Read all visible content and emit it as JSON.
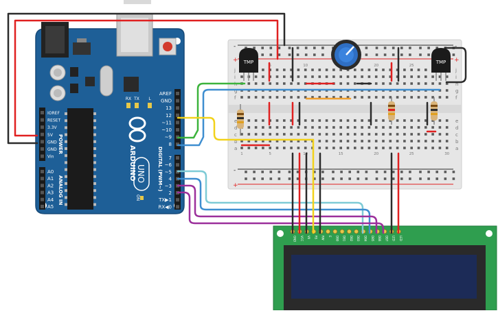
{
  "arduino": {
    "brand": "ARDUINO",
    "model": "UNO",
    "power_header_label": "POWER",
    "analog_header_label": "ANALOG IN",
    "digital_header_label": "DIGITAL (PWM~)",
    "on_label": "ON",
    "led_l_label": "L",
    "led_tx_label": "TX",
    "led_rx_label": "RX",
    "power_pins": [
      "IOREF",
      "RESET",
      "3.3V",
      "5V",
      "GND",
      "GND",
      "Vin"
    ],
    "analog_pins": [
      "A0",
      "A1",
      "A2",
      "A3",
      "A4",
      "A5"
    ],
    "digital_pins_top": [
      "AREF",
      "GND",
      "13",
      "12",
      "~11",
      "~10",
      "~9",
      "8"
    ],
    "digital_pins_bottom": [
      "7",
      "~6",
      "~5",
      "4",
      "~3",
      "2",
      "TX▶1",
      "RX◀0"
    ],
    "board_color": "#1e5f97"
  },
  "breadboard": {
    "row_letters_top": [
      "j",
      "i",
      "h",
      "g",
      "f"
    ],
    "row_letters_bottom": [
      "e",
      "d",
      "c",
      "b",
      "a"
    ],
    "column_numbers": [
      1,
      5,
      10,
      15,
      20,
      25,
      30
    ],
    "rail_plus": "+",
    "rail_minus": "-"
  },
  "components": {
    "sensor_left_label": "TMP",
    "sensor_right_label": "TMP",
    "potentiometer": "potentiometer",
    "resistors": 3
  },
  "lcd": {
    "pin_labels": [
      "GND",
      "VCC",
      "V0",
      "RS",
      "RW",
      "E",
      "DB0",
      "DB1",
      "DB2",
      "DB3",
      "DB4",
      "DB5",
      "DB6",
      "DB7",
      "LED",
      "LED"
    ],
    "board_color": "#2f9e4f",
    "screen_color": "#1c2b57"
  },
  "wire_colors": {
    "black": "#2b2b2b",
    "red": "#e02020",
    "green": "#3cb33c",
    "blue": "#3e8ed0",
    "yellow": "#f2d21b",
    "cyan": "#7ecbd6",
    "purple": "#9b2f9b",
    "orange": "#f0a030"
  }
}
